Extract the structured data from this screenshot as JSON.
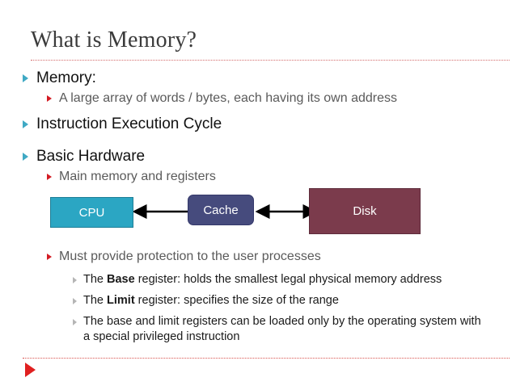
{
  "slide": {
    "title": "What is Memory?",
    "accent_dotted_line_color": "#d36b6b",
    "background_color": "#ffffff"
  },
  "bullets": [
    {
      "level": 1,
      "text": "Memory:"
    },
    {
      "level": 2,
      "text": "A large array of words / bytes, each having its own address"
    },
    {
      "level": 1,
      "text": "Instruction Execution Cycle"
    },
    {
      "level": 1,
      "text": "Basic Hardware"
    },
    {
      "level": 2,
      "text": "Main memory and registers"
    },
    {
      "level": 2,
      "text": "Must provide protection to the user processes"
    },
    {
      "level": 3,
      "text_before": "The ",
      "bold": "Base",
      "text_after": " register: holds the smallest legal physical memory address"
    },
    {
      "level": 3,
      "text_before": "The ",
      "bold": "Limit",
      "text_after": " register: specifies the size of the range"
    },
    {
      "level": 3,
      "text_before": "",
      "bold": "",
      "text_after": "The base and limit registers can be loaded only by the operating system with a special privileged instruction"
    }
  ],
  "bullet_text": {
    "b0": "Memory:",
    "b1": "A large array of words / bytes, each having its own address",
    "b2": "Instruction Execution Cycle",
    "b3": "Basic Hardware",
    "b4": "Main memory and registers",
    "b5": "Must provide protection to the user processes",
    "b6_pre": "The ",
    "b6_bold": "Base",
    "b6_post": " register: holds the smallest legal physical memory address",
    "b7_pre": "The ",
    "b7_bold": "Limit",
    "b7_post": " register: specifies the size of the range",
    "b8": "The base and limit registers can be loaded only by the operating system with a special privileged instruction"
  },
  "diagram": {
    "cpu_label": "CPU",
    "cache_label": "Cache",
    "disk_label": "Disk",
    "cpu_color": "#2ba6c3",
    "cache_color": "#464b7d",
    "disk_color": "#7b3b4c",
    "arrow_color": "#000000",
    "connections": [
      {
        "from": "CPU",
        "to": "Cache",
        "style": "double-arrow"
      },
      {
        "from": "Cache",
        "to": "Disk",
        "style": "double-arrow"
      }
    ]
  },
  "bullet_markers": {
    "level1_color": "#3fa9c4",
    "level2_color": "#d31b23",
    "level3_color": "#b5b5b5",
    "footer_color": "#e02020"
  }
}
